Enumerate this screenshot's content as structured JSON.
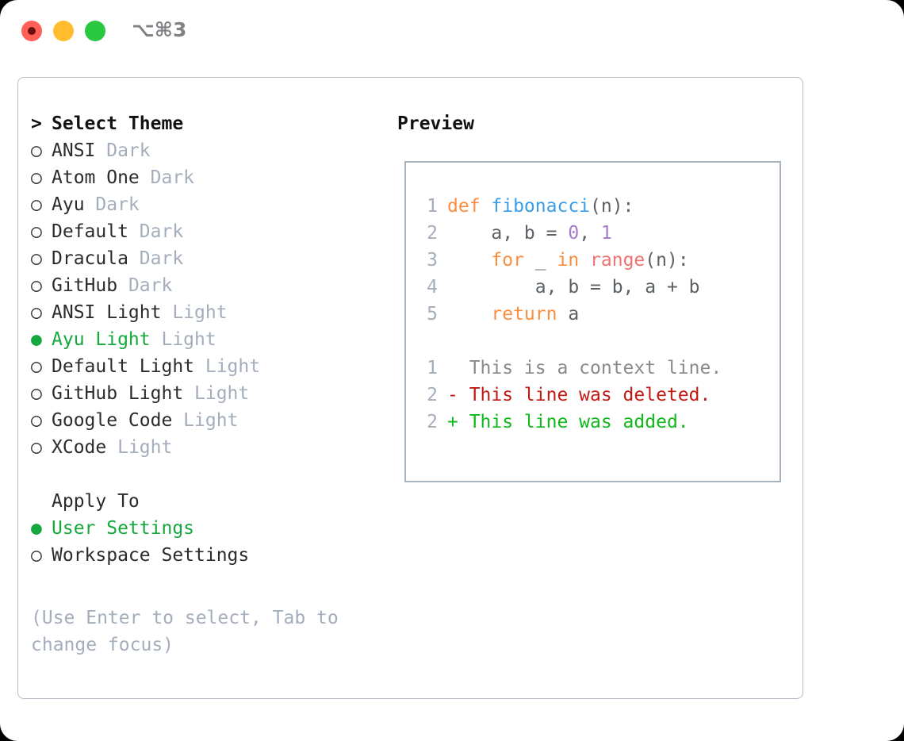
{
  "window": {
    "title": "⌥⌘3",
    "traffic_lights": [
      {
        "name": "close",
        "color": "#ff5f57"
      },
      {
        "name": "minimize",
        "color": "#ffbd2e"
      },
      {
        "name": "maximize",
        "color": "#28c840"
      }
    ]
  },
  "theme_panel": {
    "heading_marker": "> ",
    "heading": "Select Theme",
    "items": [
      {
        "marker": "○ ",
        "name": "ANSI",
        "variant": " Dark",
        "selected": false
      },
      {
        "marker": "○ ",
        "name": "Atom One",
        "variant": " Dark",
        "selected": false
      },
      {
        "marker": "○ ",
        "name": "Ayu",
        "variant": " Dark",
        "selected": false
      },
      {
        "marker": "○ ",
        "name": "Default",
        "variant": " Dark",
        "selected": false
      },
      {
        "marker": "○ ",
        "name": "Dracula",
        "variant": " Dark",
        "selected": false
      },
      {
        "marker": "○ ",
        "name": "GitHub",
        "variant": " Dark",
        "selected": false
      },
      {
        "marker": "○ ",
        "name": "ANSI Light",
        "variant": " Light",
        "selected": false
      },
      {
        "marker": "● ",
        "name": "Ayu Light",
        "variant": " Light",
        "selected": true
      },
      {
        "marker": "○ ",
        "name": "Default Light",
        "variant": " Light",
        "selected": false
      },
      {
        "marker": "○ ",
        "name": "GitHub Light",
        "variant": " Light",
        "selected": false
      },
      {
        "marker": "○ ",
        "name": "Google Code",
        "variant": " Light",
        "selected": false
      },
      {
        "marker": "○ ",
        "name": "XCode",
        "variant": " Light",
        "selected": false
      }
    ]
  },
  "apply_to": {
    "heading_marker": "  ",
    "heading": "Apply To",
    "items": [
      {
        "marker": "● ",
        "name": "User Settings",
        "selected": true
      },
      {
        "marker": "○ ",
        "name": "Workspace Settings",
        "selected": false
      }
    ]
  },
  "hint": "(Use Enter to select, Tab to change focus)",
  "preview": {
    "heading": "Preview",
    "code_lines": [
      {
        "lineno": "1",
        "tokens": [
          {
            "text": "def ",
            "type": "kw"
          },
          {
            "text": "fibonacci",
            "type": "fn"
          },
          {
            "text": "(n):",
            "type": "punc"
          }
        ]
      },
      {
        "lineno": "2",
        "tokens": [
          {
            "text": "    a, b = ",
            "type": "var"
          },
          {
            "text": "0",
            "type": "num"
          },
          {
            "text": ", ",
            "type": "var"
          },
          {
            "text": "1",
            "type": "num"
          }
        ]
      },
      {
        "lineno": "3",
        "tokens": [
          {
            "text": "    ",
            "type": "var"
          },
          {
            "text": "for",
            "type": "kw"
          },
          {
            "text": " _ ",
            "type": "var"
          },
          {
            "text": "in ",
            "type": "kw"
          },
          {
            "text": "range",
            "type": "bi"
          },
          {
            "text": "(n):",
            "type": "punc"
          }
        ]
      },
      {
        "lineno": "4",
        "tokens": [
          {
            "text": "        a, b = b, a + b",
            "type": "var"
          }
        ]
      },
      {
        "lineno": "5",
        "tokens": [
          {
            "text": "    ",
            "type": "var"
          },
          {
            "text": "return",
            "type": "kw"
          },
          {
            "text": " a",
            "type": "var"
          }
        ]
      }
    ],
    "diff_lines": [
      {
        "lineno": "1",
        "text": "  This is a context line.",
        "type": "ctx"
      },
      {
        "lineno": "2",
        "text": "- This line was deleted.",
        "type": "del"
      },
      {
        "lineno": "2",
        "text": "+ This line was added.",
        "type": "add"
      }
    ]
  },
  "colors": {
    "accent_green": "#15a83c",
    "muted": "#a3adbb",
    "keyword": "#fa8d3e",
    "function": "#399ee6",
    "builtin": "#f07171",
    "number": "#a37acc",
    "diff_added": "#10b81a",
    "diff_deleted": "#c21a13",
    "panel_border": "#b7bfc9",
    "preview_border": "#a8b3c0"
  }
}
